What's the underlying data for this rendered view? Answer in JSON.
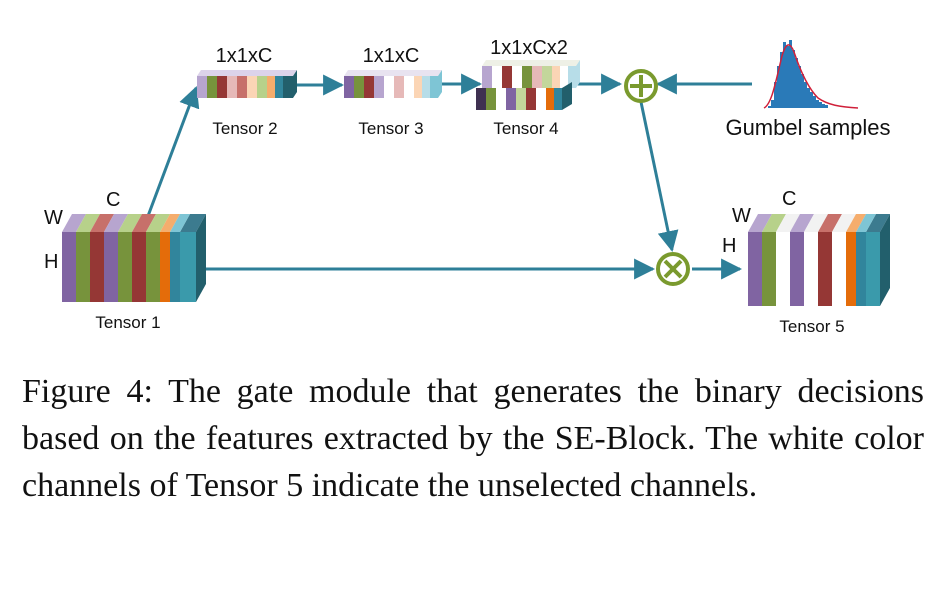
{
  "diagram": {
    "tensor1": {
      "label": "Tensor 1",
      "w_label": "W",
      "h_label": "H",
      "c_label": "C"
    },
    "tensor2": {
      "label": "Tensor 2",
      "dims": "1x1xC"
    },
    "tensor3": {
      "label": "Tensor 3",
      "dims": "1x1xC"
    },
    "tensor4": {
      "label": "Tensor 4",
      "dims": "1x1xCx2"
    },
    "tensor5": {
      "label": "Tensor 5",
      "w_label": "W",
      "h_label": "H",
      "c_label": "C"
    },
    "gumbel": {
      "label": "Gumbel samples"
    },
    "add_op": {
      "symbol": "plus"
    },
    "mul_op": {
      "symbol": "times"
    }
  },
  "colors": {
    "arrow": "#2e7f98",
    "operator": "#7a9a2e",
    "histogram": "#2a7ab8",
    "fit_curve": "#d0203a"
  },
  "caption": {
    "text": "Figure 4: The gate module that generates the binary decisions based on the features extracted by the SE-Block. The white color channels of Tensor 5 indicate the unselected channels."
  }
}
